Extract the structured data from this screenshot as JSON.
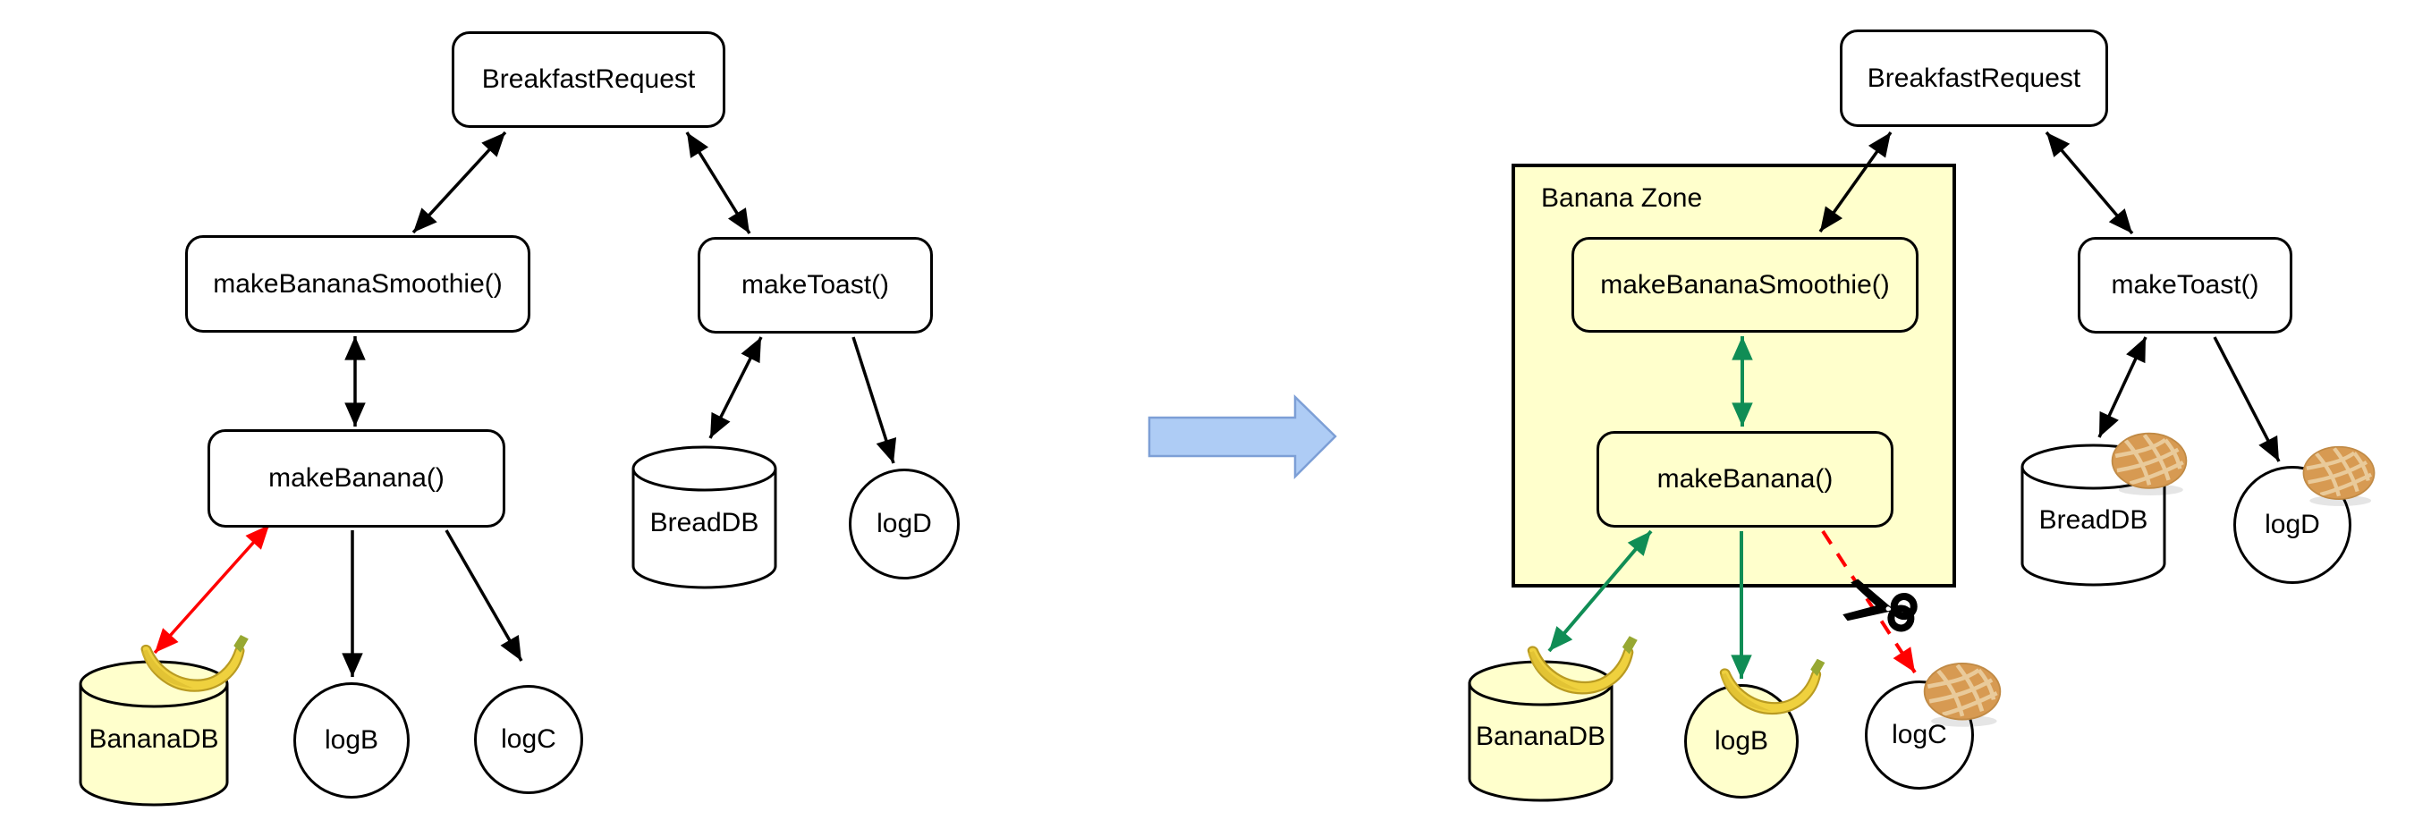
{
  "left_diagram": {
    "nodes": {
      "breakfast_request": "BreakfastRequest",
      "make_banana_smoothie": "makeBananaSmoothie()",
      "make_toast": "makeToast()",
      "make_banana": "makeBanana()",
      "banana_db": "BananaDB",
      "log_b": "logB",
      "log_c": "logC",
      "bread_db": "BreadDB",
      "log_d": "logD"
    },
    "edges": [
      {
        "from": "BreakfastRequest",
        "to": "makeBananaSmoothie()",
        "arrows": "both",
        "color": "black",
        "style": "solid"
      },
      {
        "from": "BreakfastRequest",
        "to": "makeToast()",
        "arrows": "both",
        "color": "black",
        "style": "solid"
      },
      {
        "from": "makeBananaSmoothie()",
        "to": "makeBanana()",
        "arrows": "both",
        "color": "black",
        "style": "solid"
      },
      {
        "from": "makeBanana()",
        "to": "BananaDB",
        "arrows": "both",
        "color": "red",
        "style": "solid"
      },
      {
        "from": "makeBanana()",
        "to": "logB",
        "arrows": "end",
        "color": "black",
        "style": "solid"
      },
      {
        "from": "makeBanana()",
        "to": "logC",
        "arrows": "end",
        "color": "black",
        "style": "solid"
      },
      {
        "from": "makeToast()",
        "to": "BreadDB",
        "arrows": "both",
        "color": "black",
        "style": "solid"
      },
      {
        "from": "makeToast()",
        "to": "logD",
        "arrows": "end",
        "color": "black",
        "style": "solid"
      }
    ],
    "decorations": [
      {
        "icon": "banana-icon",
        "on": "BananaDB"
      }
    ],
    "highlighted_nodes": [
      "BananaDB"
    ]
  },
  "right_diagram": {
    "zone_label": "Banana Zone",
    "nodes": {
      "breakfast_request": "BreakfastRequest",
      "make_banana_smoothie": "makeBananaSmoothie()",
      "make_toast": "makeToast()",
      "make_banana": "makeBanana()",
      "banana_db": "BananaDB",
      "log_b": "logB",
      "log_c": "logC",
      "bread_db": "BreadDB",
      "log_d": "logD"
    },
    "edges": [
      {
        "from": "BreakfastRequest",
        "to": "makeBananaSmoothie()",
        "arrows": "both",
        "color": "black",
        "style": "solid"
      },
      {
        "from": "BreakfastRequest",
        "to": "makeToast()",
        "arrows": "both",
        "color": "black",
        "style": "solid"
      },
      {
        "from": "makeBananaSmoothie()",
        "to": "makeBanana()",
        "arrows": "both",
        "color": "green",
        "style": "solid"
      },
      {
        "from": "makeBanana()",
        "to": "BananaDB",
        "arrows": "both",
        "color": "green",
        "style": "solid"
      },
      {
        "from": "makeBanana()",
        "to": "logB",
        "arrows": "end",
        "color": "green",
        "style": "solid"
      },
      {
        "from": "makeBanana()",
        "to": "logC",
        "arrows": "end",
        "color": "red",
        "style": "dashed",
        "annotation": "cut (scissors)"
      },
      {
        "from": "makeToast()",
        "to": "BreadDB",
        "arrows": "both",
        "color": "black",
        "style": "solid"
      },
      {
        "from": "makeToast()",
        "to": "logD",
        "arrows": "end",
        "color": "black",
        "style": "solid"
      }
    ],
    "decorations": [
      {
        "icon": "banana-icon",
        "on": "BananaDB"
      },
      {
        "icon": "banana-icon",
        "on": "logB"
      },
      {
        "icon": "bread-roll-icon",
        "on": "logC"
      },
      {
        "icon": "bread-roll-icon",
        "on": "BreadDB"
      },
      {
        "icon": "bread-roll-icon",
        "on": "logD"
      },
      {
        "icon": "scissors-icon",
        "on": "makeBanana()->logC edge"
      }
    ],
    "highlighted_nodes": [
      "Banana Zone",
      "makeBananaSmoothie()",
      "makeBanana()",
      "BananaDB",
      "logB"
    ]
  },
  "transform_arrow": {
    "direction": "right",
    "meaning": "before-to-after"
  },
  "colors": {
    "background": "#FFFFFF",
    "node_border": "#000000",
    "highlight_fill": "#FFFFCC",
    "green_arrow": "#108D55",
    "red_arrow": "#FF0000",
    "black_arrow": "#000000",
    "blue_arrow_fill": "#AECCF5",
    "blue_arrow_border": "#7D9FD6"
  }
}
